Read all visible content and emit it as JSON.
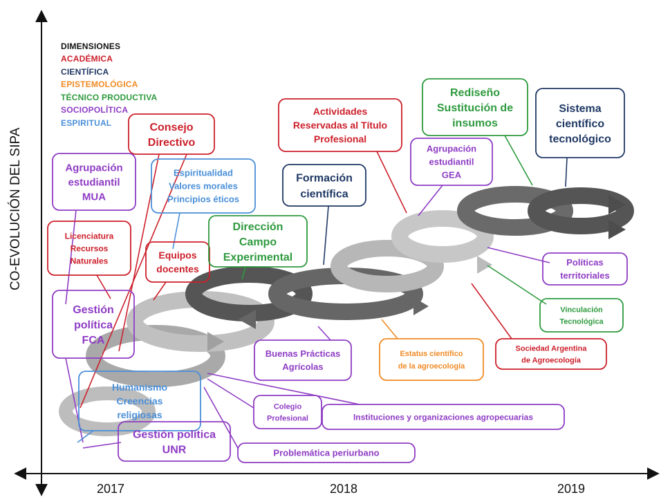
{
  "axis": {
    "y_label": "CO-EVOLUCIÓN DEL SIPA",
    "years": [
      "2017",
      "2018",
      "2019"
    ]
  },
  "legend": {
    "title": "DIMENSIONES",
    "items": [
      {
        "label": "ACADÉMICA",
        "color": "#cc1f2a"
      },
      {
        "label": "CIENTÍFICA",
        "color": "#1f3864"
      },
      {
        "label": "EPISTEMOLÓGICA",
        "color": "#f08a24"
      },
      {
        "label": "TÉCNICO PRODUCTIVA",
        "color": "#2e9a3e"
      },
      {
        "label": "SOCIOPOLÍTICA",
        "color": "#8e3cc4"
      },
      {
        "label": "ESPIRITUAL",
        "color": "#4a8fd8"
      }
    ]
  },
  "callouts": [
    {
      "id": "consejo-directivo",
      "dimension": "ACADÉMICA",
      "lines": [
        "Consejo",
        "Directivo"
      ]
    },
    {
      "id": "agrupacion-mua",
      "dimension": "SOCIOPOLÍTICA",
      "lines": [
        "Agrupación",
        "estudiantil",
        "MUA"
      ]
    },
    {
      "id": "licenciatura",
      "dimension": "ACADÉMICA",
      "lines": [
        "Licenciatura",
        "Recursos",
        "Naturales"
      ]
    },
    {
      "id": "gestion-fca",
      "dimension": "SOCIOPOLÍTICA",
      "lines": [
        "Gestión",
        "política",
        "FCA"
      ]
    },
    {
      "id": "espiritualidad",
      "dimension": "ESPIRITUAL",
      "lines": [
        "Espiritualidad",
        "Valores morales",
        "Principios éticos"
      ]
    },
    {
      "id": "equipos-docentes",
      "dimension": "ACADÉMICA",
      "lines": [
        "Equipos",
        "docentes"
      ]
    },
    {
      "id": "direccion-campo",
      "dimension": "TÉCNICO PRODUCTIVA",
      "lines": [
        "Dirección",
        "Campo",
        "Experimental"
      ]
    },
    {
      "id": "formacion-cientifica",
      "dimension": "CIENTÍFICA",
      "lines": [
        "Formación",
        "científica"
      ]
    },
    {
      "id": "actividades-reservadas",
      "dimension": "ACADÉMICA",
      "lines": [
        "Actividades",
        "Reservadas al Título",
        "Profesional"
      ]
    },
    {
      "id": "agrupacion-gea",
      "dimension": "SOCIOPOLÍTICA",
      "lines": [
        "Agrupación",
        "estudiantil",
        "GEA"
      ]
    },
    {
      "id": "rediseno",
      "dimension": "TÉCNICO PRODUCTIVA",
      "lines": [
        "Rediseño",
        "Sustitución de",
        "insumos"
      ]
    },
    {
      "id": "sistema-cientifico",
      "dimension": "CIENTÍFICA",
      "lines": [
        "Sistema",
        "científico",
        "tecnológico"
      ]
    },
    {
      "id": "politicas-territoriales",
      "dimension": "SOCIOPOLÍTICA",
      "lines": [
        "Políticas",
        "territoriales"
      ]
    },
    {
      "id": "vinculacion-tecnologica",
      "dimension": "TÉCNICO PRODUCTIVA",
      "lines": [
        "Vinculación",
        "Tecnológica"
      ]
    },
    {
      "id": "sociedad-argentina",
      "dimension": "ACADÉMICA",
      "lines": [
        "Sociedad Argentina",
        "de Agroecología"
      ]
    },
    {
      "id": "estatus-cientifico",
      "dimension": "EPISTEMOLÓGICA",
      "lines": [
        "Estatus científico",
        "de la agroecología"
      ]
    },
    {
      "id": "buenas-practicas",
      "dimension": "SOCIOPOLÍTICA",
      "lines": [
        "Buenas Prácticas",
        "Agrícolas"
      ]
    },
    {
      "id": "humanismo",
      "dimension": "ESPIRITUAL",
      "lines": [
        "Humanismo",
        "Creencias",
        "religiosas"
      ]
    },
    {
      "id": "gestion-unr",
      "dimension": "SOCIOPOLÍTICA",
      "lines": [
        "Gestión política",
        "UNR"
      ]
    },
    {
      "id": "colegio-profesional",
      "dimension": "SOCIOPOLÍTICA",
      "lines": [
        "Colegio",
        "Profesional"
      ]
    },
    {
      "id": "instituciones",
      "dimension": "SOCIOPOLÍTICA",
      "lines": [
        "Instituciones y organizaciones  agropecuarias"
      ]
    },
    {
      "id": "problematica-periurbano",
      "dimension": "SOCIOPOLÍTICA",
      "lines": [
        "Problemática periurbano"
      ]
    }
  ]
}
